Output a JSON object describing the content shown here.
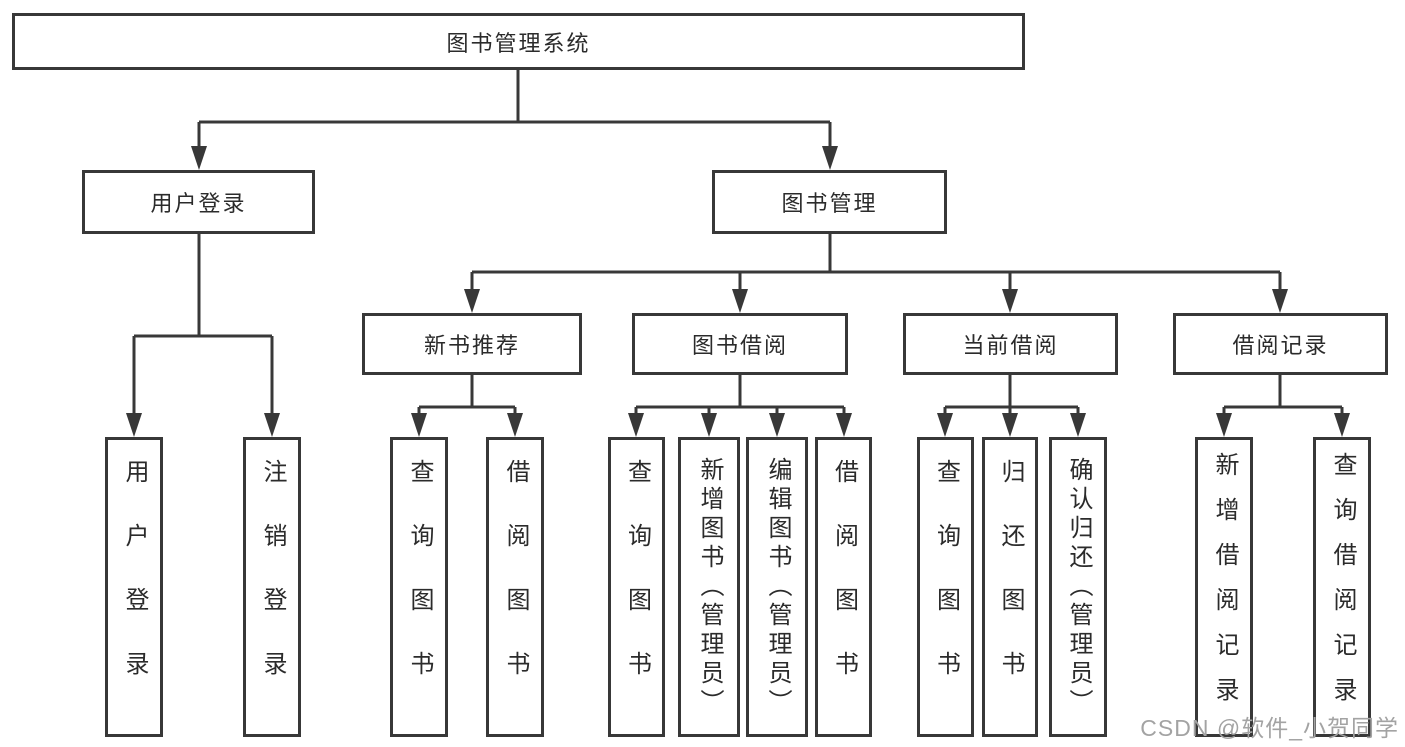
{
  "diagram": {
    "title": "图书管理系统",
    "colors": {
      "line": "#383838",
      "text": "#2b2b2b",
      "box_background": "#ffffff",
      "watermark_text": "#a3a3a3"
    },
    "tree": {
      "root": {
        "label": "图书管理系统"
      },
      "level2": [
        {
          "label": "用户登录"
        },
        {
          "label": "图书管理"
        }
      ],
      "level3": [
        {
          "label": "新书推荐",
          "parent": "图书管理"
        },
        {
          "label": "图书借阅",
          "parent": "图书管理"
        },
        {
          "label": "当前借阅",
          "parent": "图书管理"
        },
        {
          "label": "借阅记录",
          "parent": "图书管理"
        }
      ],
      "leaves": [
        {
          "label": "用户登录",
          "parent": "用户登录"
        },
        {
          "label": "注销登录",
          "parent": "用户登录"
        },
        {
          "label": "查询图书",
          "parent": "新书推荐"
        },
        {
          "label": "借阅图书",
          "parent": "新书推荐"
        },
        {
          "label": "查询图书",
          "parent": "图书借阅"
        },
        {
          "label": "新增图书（管理员）",
          "parent": "图书借阅"
        },
        {
          "label": "编辑图书（管理员）",
          "parent": "图书借阅"
        },
        {
          "label": "借阅图书",
          "parent": "图书借阅"
        },
        {
          "label": "查询图书",
          "parent": "当前借阅"
        },
        {
          "label": "归还图书",
          "parent": "当前借阅"
        },
        {
          "label": "确认归还（管理员）",
          "parent": "当前借阅"
        },
        {
          "label": "新增借阅记录",
          "parent": "借阅记录"
        },
        {
          "label": "查询借阅记录",
          "parent": "借阅记录"
        }
      ]
    },
    "watermark": "CSDN @软件_小贺同学"
  }
}
